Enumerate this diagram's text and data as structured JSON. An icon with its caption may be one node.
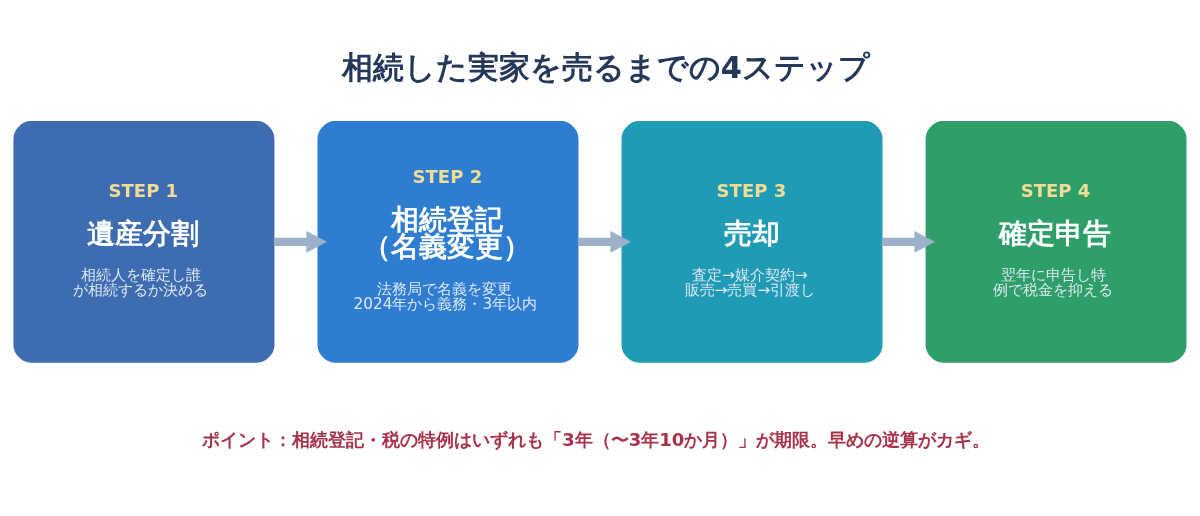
{
  "diagram": {
    "title": "相続した実家を売るまでの4ステップ",
    "nodes": [
      {
        "text": [
          "STEP 1",
          "遺産分割",
          "相続人を確定し誰が相続するか決める"
        ]
      },
      {
        "text": [
          "STEP 2",
          "相続登記（名義変更）",
          "法務局で名義を変更2024年から義務・3年以内"
        ]
      },
      {
        "text": [
          "STEP 3",
          "売却",
          "査定→媒介契約→販売→売買→引渡し"
        ]
      },
      {
        "text": [
          "STEP 4",
          "確定申告",
          "翌年に申告し特例で税金を抑える"
        ]
      }
    ],
    "edges": [
      {
        "from": 0,
        "to": 1,
        "arrow": "to"
      },
      {
        "from": 1,
        "to": 2,
        "arrow": "to"
      },
      {
        "from": 2,
        "to": 3,
        "arrow": "to"
      }
    ],
    "labels": [
      "ポイント：相続登記・税の特例はいずれも「3年（〜3年10か月）」が期限。早めの逆算がカギ。"
    ]
  }
}
